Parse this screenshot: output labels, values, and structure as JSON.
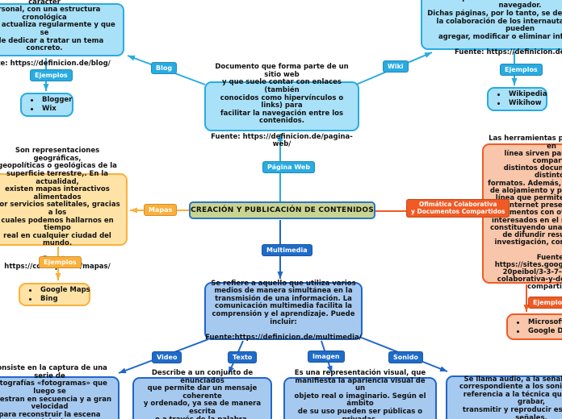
{
  "colors": {
    "cyan": "#29ABE2",
    "amber": "#FBB03B",
    "red": "#F15A24",
    "blue": "#1F6BC9",
    "cyan_fill": "#A8E1F8",
    "blue_fill": "#A6C9F0",
    "amber_fill": "#FFE3A6",
    "red_fill": "#F8C6AA",
    "center_fill": "#C9D490",
    "center_border": "#2E75C8"
  },
  "center": {
    "title": "CREACIÓN Y PUBLICACIÓN DE CONTENIDOS"
  },
  "branches": {
    "pagina_web": {
      "label": "Página Web",
      "text": "Documento que forma parte de un sitio web\ny que suele contar con enlaces (también\nconocidos como hipervínculos o links) para\nfacilitar la navegación entre los contenidos.\n\nFuente: https://definicion.de/pagina-web/"
    },
    "blog": {
      "label": "Blog",
      "text": "Página web, generalmente de carácter\npersonal, con una estructura cronológica\nque se actualiza regularmente y que se\nsuele dedicar a tratar un tema concreto.\n\nFuente: https://definicion.de/blog/",
      "ejemplos_label": "Ejemplos",
      "ejemplos": [
        "Blogger",
        "Wix"
      ]
    },
    "wiki": {
      "label": "Wiki",
      "text": "Páginas web cuyos contenidos pueden ser editados por\nmúltiples usuarios a través de cualquier navegador.\nDichas páginas, por lo tanto, se desarrollan con\nla colaboración de los internautas, quienes pueden\nagregar, modificar o eliminar información.\n\nFuente: https://definicion.de/wiki/",
      "ejemplos_label": "Ejemplos",
      "ejemplos": [
        "Wikipedia",
        "Wikihow"
      ]
    },
    "mapas": {
      "label": "Mapas",
      "text": "Son representaciones geográficas,\ngeopolíticas o geológicas de la\nsuperficie terrestre,. En la actualidad,\nexisten mapas interactivos alimentados\npor servicios satelitales, gracias a los\ncuales podemos hallarnos en tiempo\nreal en cualquier ciudad del mundo.\n\nFuente: https://concepto.de/mapas/",
      "ejemplos_label": "Ejemplos",
      "ejemplos": [
        "Google Maps",
        "Bing"
      ]
    },
    "ofimatica": {
      "label": "Ofimática Colaborativa\ny Documentos Compartidos",
      "text": "Las herramientas para ofimática en\nlínea sirven para crear y compartir\ndistintos documentos en distintos\nformatos. Además, existen sitios\nde alojamiento y publicación en\nlínea que permiten colgar en\ninternet presentados y\ndocumentos con otros usuarios\ninteresados en el mismo tema,\nconstituyendo una manera fácil\nde difundir resultados de\ninvestigación, conferencias...\n\nFuente:\nhttps://sites.google.com/site/\n20peibol/3-3-7-ofimatica-\ncolaborativa-y-documentos-\ncompartidos",
      "ejemplos_label": "Ejemplos",
      "ejemplos": [
        "Microsoft Office",
        "Google Docs"
      ]
    },
    "multimedia": {
      "label": "Multimedia",
      "text": "Se refiere a aquello que utiliza varios\nmedios de manera simultánea en la\ntransmisión de una información. La\ncomunicación multimedia facilita la\ncomprensión y el aprendizaje. Puede incluir:\n\nFuente:https://definicion.de/multimedia/"
    },
    "video": {
      "label": "Video",
      "text": "Consiste en la captura de una serie de\nfotografías «fotogramas» que luego se\nmuestran en secuencia y a gran velocidad\npara reconstruir la escena original.\n\nFuente: https://definicion.de/video/"
    },
    "texto": {
      "label": "Texto",
      "text": "Describe a un conjunto de enunciados\nque permite dar un mensaje coherente\ny ordenado, ya sea de manera escrita\no a través de la palabra.\n\nFuente: https://definicion.de/texto/"
    },
    "imagen": {
      "label": "Imagen",
      "text": "Es una representación visual, que\nmanifiesta la apariencia visual de un\nobjeto real o imaginario. Según el ámbito\nde su uso pueden ser públicas o privadas.\n\nFuente: https://definicion.de/imagen/"
    },
    "sonido": {
      "label": "Sonido",
      "text": "Se llama audio, a la señal eléctrica\ncorrespondiente a los sonidos y hace\nreferencia a la técnica que permite grabar,\ntransmitir y reproducir este tipo de señales.\n\nFuente: https://definicion.de/audio/"
    }
  }
}
